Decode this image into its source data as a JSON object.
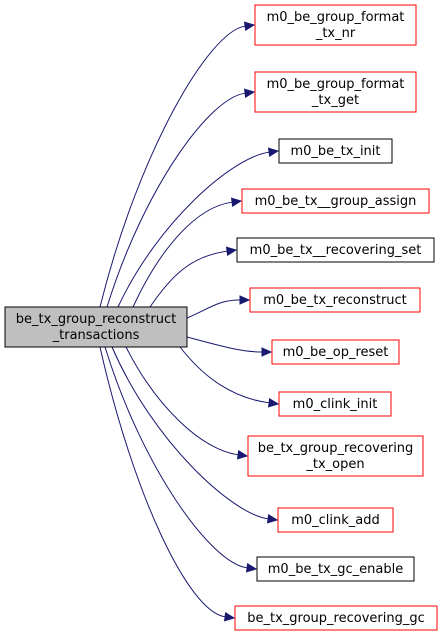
{
  "graph": {
    "source": {
      "lines": [
        "be_tx_group_reconstruct",
        "_transactions"
      ]
    },
    "targets": [
      {
        "lines": [
          "m0_be_group_format",
          "_tx_nr"
        ],
        "style": "red"
      },
      {
        "lines": [
          "m0_be_group_format",
          "_tx_get"
        ],
        "style": "red"
      },
      {
        "lines": [
          "m0_be_tx_init"
        ],
        "style": "black"
      },
      {
        "lines": [
          "m0_be_tx__group_assign"
        ],
        "style": "red"
      },
      {
        "lines": [
          "m0_be_tx__recovering_set"
        ],
        "style": "black"
      },
      {
        "lines": [
          "m0_be_tx_reconstruct"
        ],
        "style": "red"
      },
      {
        "lines": [
          "m0_be_op_reset"
        ],
        "style": "red"
      },
      {
        "lines": [
          "m0_clink_init"
        ],
        "style": "red"
      },
      {
        "lines": [
          "be_tx_group_recovering",
          "_tx_open"
        ],
        "style": "red"
      },
      {
        "lines": [
          "m0_clink_add"
        ],
        "style": "red"
      },
      {
        "lines": [
          "m0_be_tx_gc_enable"
        ],
        "style": "black"
      },
      {
        "lines": [
          "be_tx_group_recovering_gc"
        ],
        "style": "red"
      }
    ],
    "colors": {
      "source_fill": "#bfbfbf",
      "red_border": "#ff0000",
      "black_border": "#000000",
      "edge": "#191970"
    }
  }
}
